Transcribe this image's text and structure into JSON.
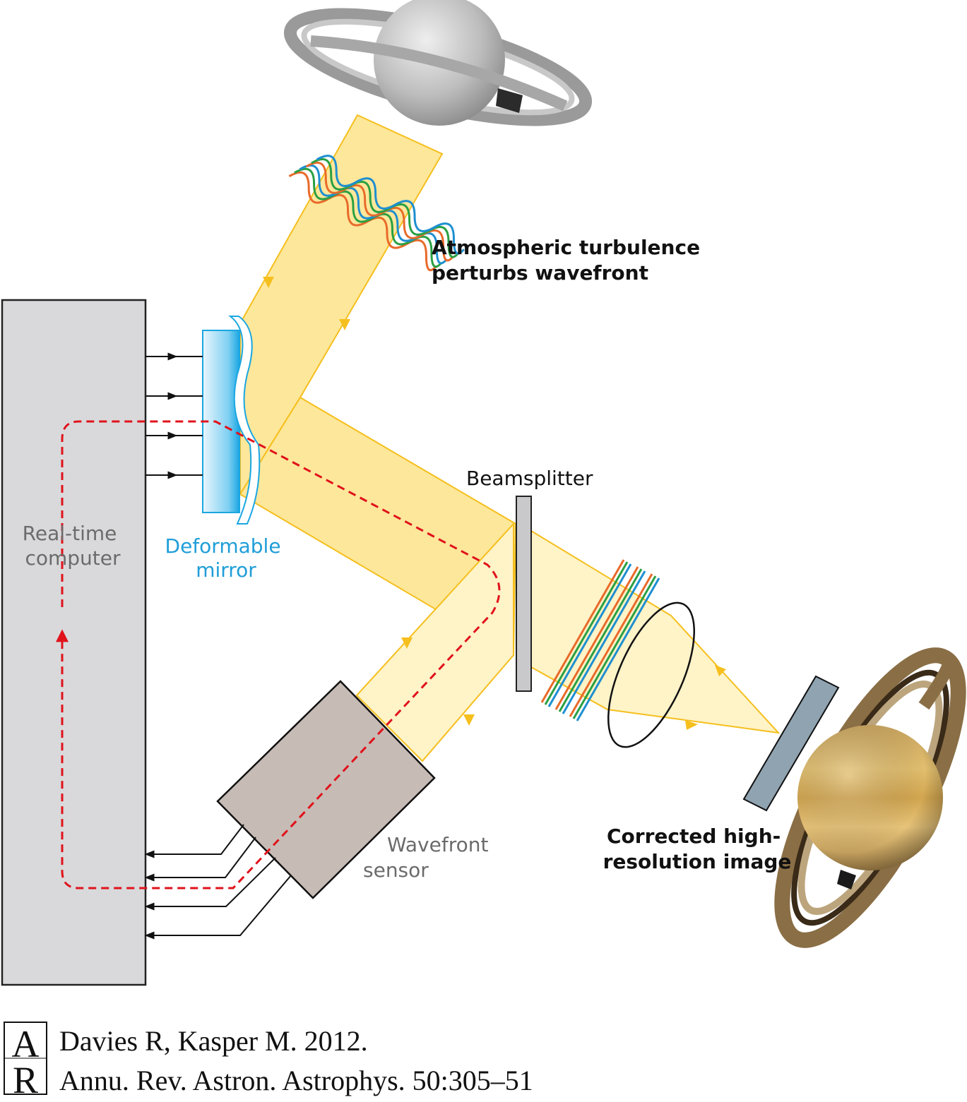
{
  "labels": {
    "turbulence": [
      "Atmospheric turbulence",
      "perturbs wavefront"
    ],
    "beamsplitter": "Beamsplitter",
    "computer": [
      "Real-time",
      "computer"
    ],
    "mirror": [
      "Deformable",
      "mirror"
    ],
    "sensor": [
      "Wavefront",
      "sensor"
    ],
    "corrected": [
      "Corrected high-",
      "resolution image"
    ]
  },
  "citation": {
    "line1": "Davies R, Kasper M. 2012.",
    "line2": "Annu. Rev. Astron. Astrophys. 50:305–51",
    "logo_top": "A",
    "logo_bottom": "R"
  },
  "colors": {
    "beam": "#fde79b",
    "beam_light": "#fff3c8",
    "beam_edge": "#f5bf1d",
    "mirror": "#3fb6e8",
    "computer_fill": "#d9d9db",
    "sensor_fill": "#c7bbb5",
    "feedback": "#e0121b",
    "detector": "#8fa3b1",
    "label_gray": "#6b6b6b",
    "label_blue": "#1f9ed8"
  },
  "icons": [
    "saturn-blurred-icon",
    "saturn-corrected-icon",
    "turbulence-wavefront-icon",
    "corrected-wavefront-icon",
    "lens-icon",
    "ar-logo-icon"
  ]
}
